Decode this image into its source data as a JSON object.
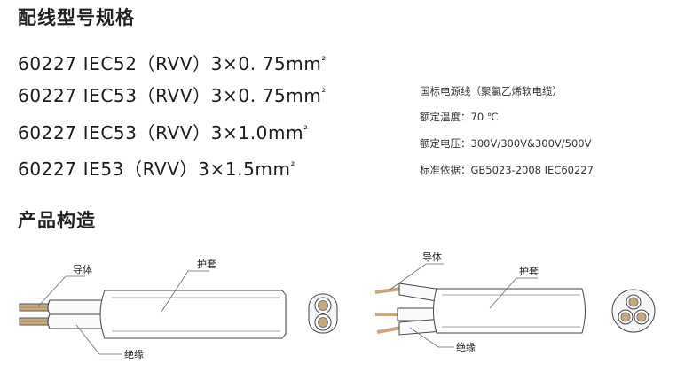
{
  "spec_section": {
    "heading": "配线型号规格",
    "models": [
      "60227 IEC52（RVV）3×0. 75mm",
      "60227 IEC53（RVV）3×0. 75mm",
      "60227 IEC53（RVV）3×1.0mm",
      "60227 IE53（RVV）3×1.5mm"
    ],
    "unit_superscript": "²"
  },
  "info": {
    "line1": "国标电源线（聚氯乙烯软电缆）",
    "line2": "额定温度：70 ℃",
    "line3": "额定电压：300V/300V&300V/500V",
    "line4": "标准依据：GB5023-2008  IEC60227"
  },
  "structure_section": {
    "heading": "产品构造",
    "labels": {
      "conductor": "导体",
      "sheath": "护套",
      "insulation": "绝缘"
    }
  },
  "colors": {
    "line": "#444444",
    "copper": "#c7a97e",
    "core_fill": "#f6f6f6"
  }
}
